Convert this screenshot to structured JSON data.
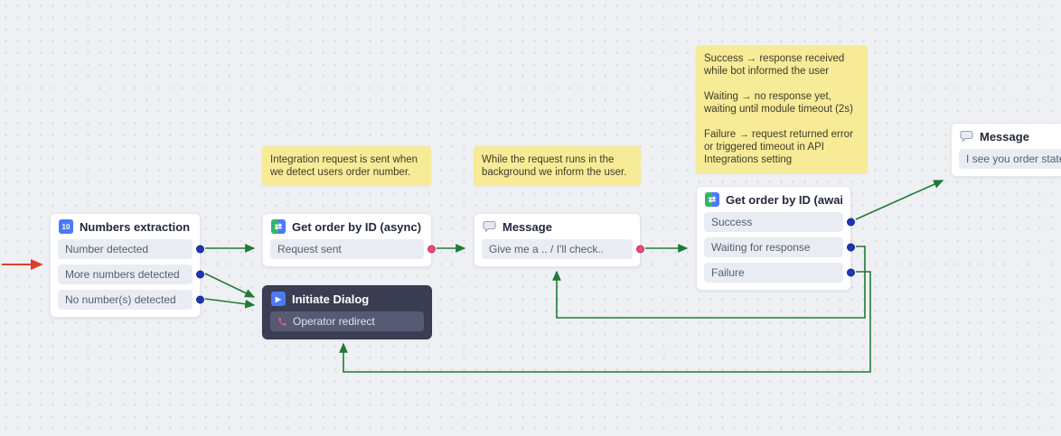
{
  "nodes": {
    "numbers": {
      "title": "Numbers extraction",
      "icon_glyph": "10",
      "rows": [
        "Number detected",
        "More numbers detected",
        "No number(s) detected"
      ]
    },
    "get_order_async": {
      "title": "Get order by ID (async)",
      "icon_glyph": "⇄",
      "rows": [
        "Request sent"
      ]
    },
    "message_wait": {
      "title": "Message",
      "rows": [
        "Give me a .. / I'll check.."
      ]
    },
    "get_order_await": {
      "title": "Get order by ID (await)",
      "icon_glyph": "⇄",
      "rows": [
        "Success",
        "Waiting for response",
        "Failure"
      ]
    },
    "message_result": {
      "title": "Message",
      "rows": [
        "I see you order state is"
      ]
    },
    "initiate_dialog": {
      "title": "Initiate Dialog",
      "icon_glyph": "▶",
      "rows": [
        "Operator redirect"
      ]
    }
  },
  "notes": {
    "async_note": "Integration request is sent when we detect users order number.",
    "inform_note": "While the request runs in the background we inform the user.",
    "states_note": "Success → response received while bot informed the user\n\nWaiting → no response yet, waiting until module timeout (2s)\n\nFailure → request returned error or triggered timeout in API Integrations setting"
  },
  "colors": {
    "edge_green": "#1f7a35",
    "edge_red": "#e03c2e",
    "port_blue": "#1d35b5",
    "port_pink": "#e8487e",
    "note_bg": "#f8eb98",
    "canvas_bg": "#eef0f3"
  }
}
